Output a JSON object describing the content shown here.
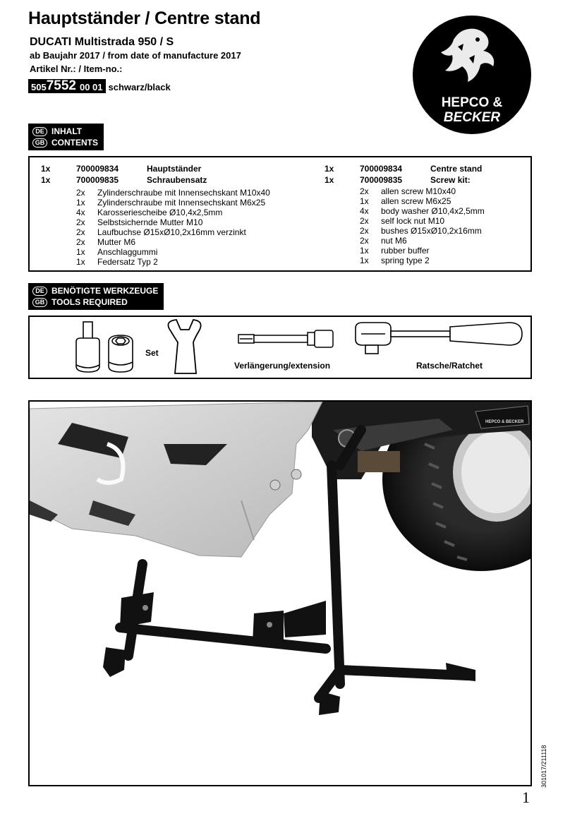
{
  "header": {
    "title": "Hauptständer / Centre stand",
    "model": "DUCATI Multistrada 950 / S",
    "year": "ab Baujahr 2017 / from date of manufacture 2017",
    "item_label": "Artikel Nr.: / Item-no.:",
    "item_prefix": "505",
    "item_main": "7552",
    "item_suffix": "00 01",
    "item_color": "schwarz/black"
  },
  "logo": {
    "line1": "HEPCO &",
    "line2": "BECKER"
  },
  "sections": {
    "contents": {
      "de_flag": "DE",
      "gb_flag": "GB",
      "de": "INHALT",
      "gb": "CONTENTS"
    },
    "tools": {
      "de_flag": "DE",
      "gb_flag": "GB",
      "de": "BENÖTIGTE WERKZEUGE",
      "gb": "TOOLS REQUIRED"
    }
  },
  "contents_de": {
    "parts": [
      {
        "qty": "1x",
        "num": "700009834",
        "name": "Hauptständer"
      },
      {
        "qty": "1x",
        "num": "700009835",
        "name": "Schraubensatz"
      }
    ],
    "screws": [
      {
        "qty": "2x",
        "name": "Zylinderschraube mit Innensechskant M10x40"
      },
      {
        "qty": "1x",
        "name": "Zylinderschraube mit Innensechskant M6x25"
      },
      {
        "qty": "4x",
        "name": "Karosseriescheibe Ø10,4x2,5mm"
      },
      {
        "qty": "2x",
        "name": "Selbstsichernde Mutter M10"
      },
      {
        "qty": "2x",
        "name": "Laufbuchse Ø15xØ10,2x16mm verzinkt"
      },
      {
        "qty": "2x",
        "name": "Mutter M6"
      },
      {
        "qty": "1x",
        "name": "Anschlaggummi"
      },
      {
        "qty": "1x",
        "name": "Federsatz Typ 2"
      }
    ]
  },
  "contents_en": {
    "parts": [
      {
        "qty": "1x",
        "num": "700009834",
        "name": "Centre stand"
      },
      {
        "qty": "1x",
        "num": "700009835",
        "name": "Screw kit:"
      }
    ],
    "screws": [
      {
        "qty": "2x",
        "name": "allen screw M10x40"
      },
      {
        "qty": "1x",
        "name": "allen screw M6x25"
      },
      {
        "qty": "4x",
        "name": "body washer Ø10,4x2,5mm"
      },
      {
        "qty": "2x",
        "name": "self lock nut M10"
      },
      {
        "qty": "2x",
        "name": "bushes Ø15xØ10,2x16mm"
      },
      {
        "qty": "2x",
        "name": "nut M6"
      },
      {
        "qty": "1x",
        "name": "rubber buffer"
      },
      {
        "qty": "1x",
        "name": "spring type 2"
      }
    ]
  },
  "tools": {
    "set_label": "Set",
    "extension_label": "Verlängerung/extension",
    "ratchet_label": "Ratsche/Ratchet"
  },
  "photo": {
    "bracket_brand": "HEPCO & BECKER"
  },
  "footer": {
    "docref": "301017/211118",
    "page": "1"
  }
}
